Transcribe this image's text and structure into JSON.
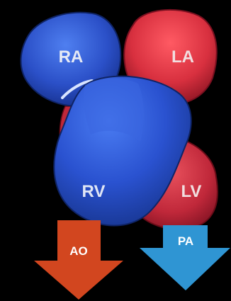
{
  "diagram": {
    "chambers": {
      "ra": {
        "label": "RA",
        "color": "#2f58c8"
      },
      "la": {
        "label": "LA",
        "color": "#d8303f"
      },
      "rv": {
        "label": "RV",
        "color": "#2a52d0"
      },
      "lv": {
        "label": "LV",
        "color": "#c8283a"
      }
    },
    "arrows": {
      "ao": {
        "label": "AO",
        "color": "#d2461f"
      },
      "pa": {
        "label": "PA",
        "color": "#2f95d3"
      }
    },
    "background": "#000000"
  }
}
